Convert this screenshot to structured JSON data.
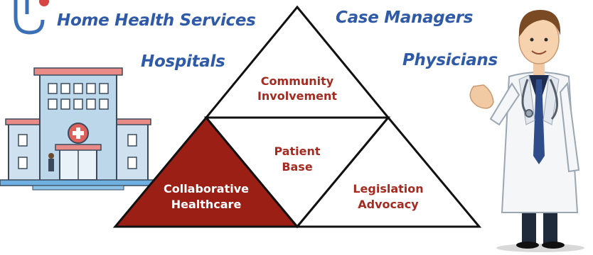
{
  "labels": {
    "home_health": "Home Health Services",
    "case_managers": "Case Managers",
    "hospitals": "Hospitals",
    "physicians": "Physicians"
  },
  "triangles": {
    "top": [
      "Community",
      "Involvement"
    ],
    "center": [
      "Patient",
      "Base"
    ],
    "left": [
      "Collaborative",
      "Healthcare"
    ],
    "right": [
      "Legislation",
      "Advocacy"
    ]
  },
  "colors": {
    "label_blue": "#2e5aa8",
    "triangle_text": "#a52a1f",
    "filled_triangle": "#9c1f16",
    "outline": "#111111",
    "white_text": "#ffffff"
  },
  "icons": [
    "stethoscope-icon",
    "hospital-building-icon",
    "doctor-illustration"
  ]
}
